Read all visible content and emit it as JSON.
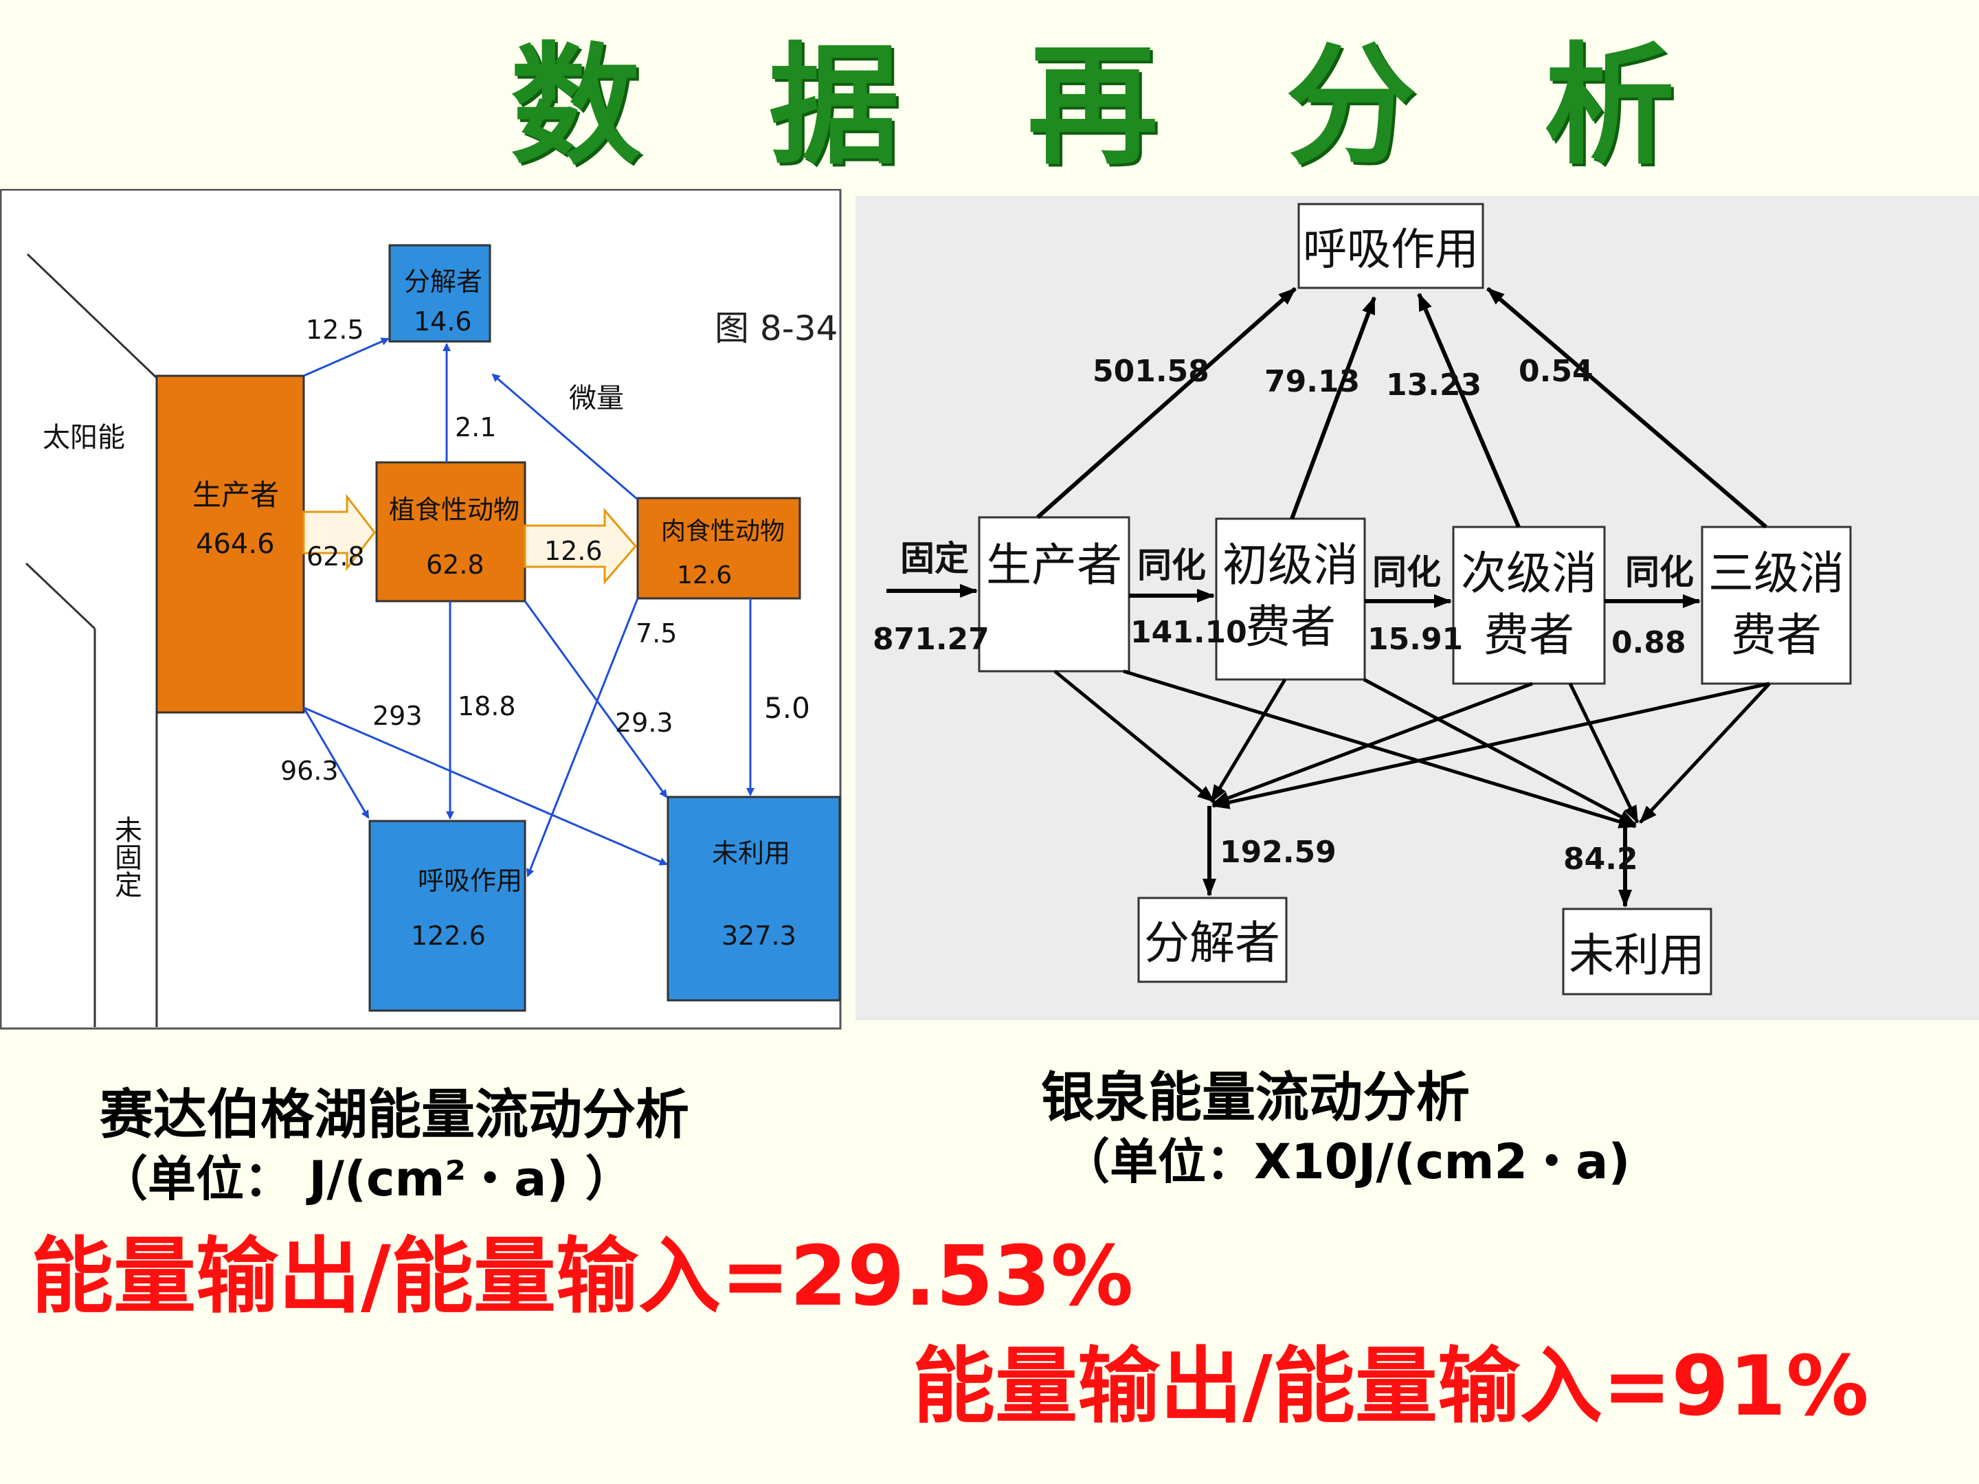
{
  "title": "数 据 再 分 析",
  "left": {
    "figure_label": "图 8-34",
    "sun": "太阳能",
    "unfixed": "未固定",
    "producer": {
      "name": "生产者",
      "value": "464.6"
    },
    "herbivore": {
      "name": "植食性动物",
      "value": "62.8"
    },
    "carnivore": {
      "name": "肉食性动物",
      "value": "12.6"
    },
    "decomposer": {
      "name": "分解者",
      "value": "14.6"
    },
    "respiration": {
      "name": "呼吸作用",
      "value": "122.6"
    },
    "unused": {
      "name": "未利用",
      "value": "327.3"
    },
    "flows": {
      "p_to_decomposer": "12.5",
      "h_to_decomposer": "2.1",
      "c_to_decomposer": "微量",
      "p_to_h": "62.8",
      "h_to_c": "12.6",
      "c_to_resp": "7.5",
      "c_to_unused": "5.0",
      "p_to_unused": "293",
      "h_to_resp": "18.8",
      "h_to_unused": "29.3",
      "p_to_resp": "96.3"
    },
    "caption_line1": "赛达伯格湖能量流动分析",
    "caption_line2": "（单位：  J/(cm²・a)  ）",
    "ratio": "能量输出/能量输入=29.53%"
  },
  "right": {
    "respiration": "呼吸作用",
    "fixation": "固定",
    "fixation_value": "871.27",
    "producer": "生产者",
    "primary_1": "初级消",
    "primary_2": "费者",
    "secondary_1": "次级消",
    "secondary_2": "费者",
    "tertiary_1": "三级消",
    "tertiary_2": "费者",
    "assim": "同化",
    "assim_1": "141.10",
    "assim_2": "15.91",
    "assim_3": "0.88",
    "resp_producer": "501.58",
    "resp_primary": "79.13",
    "resp_secondary": "13.23",
    "resp_tertiary": "0.54",
    "decomposer": "分解者",
    "decomposer_value": "192.59",
    "unused": "未利用",
    "unused_value": "84.2",
    "caption_line1": "银泉能量流动分析",
    "caption_line2": "（单位：X10J/(cm2・a)",
    "ratio": "能量输出/能量输入=91%"
  }
}
